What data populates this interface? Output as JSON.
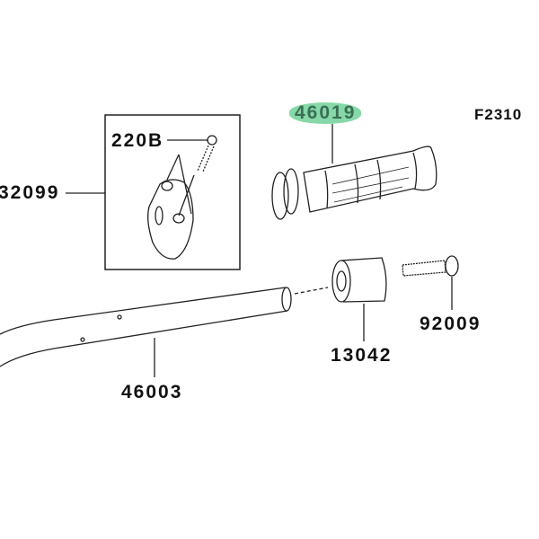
{
  "diagram_code": "F2310",
  "highlight_color": "#86d8a8",
  "parts": {
    "grip": "46019",
    "holder": "32099",
    "screw": "220B",
    "handlebar": "46003",
    "weight": "13042",
    "bolt": "92009"
  }
}
